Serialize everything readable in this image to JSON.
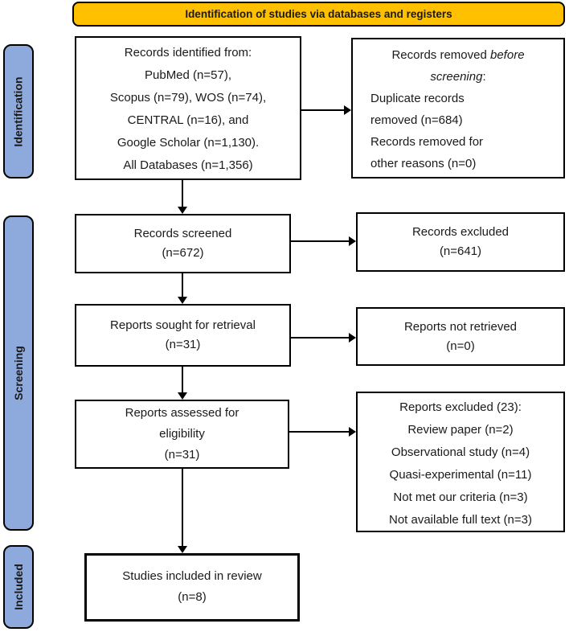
{
  "colors": {
    "header_bg": "#FFC000",
    "stage_bg": "#8EA9DB",
    "line_color": "#000000",
    "box_bg": "#FFFFFF"
  },
  "header": {
    "title": "Identification of studies via databases and registers"
  },
  "stages": {
    "identification": "Identification",
    "screening": "Screening",
    "included": "Included"
  },
  "boxes": {
    "records_identified": {
      "lines": [
        "Records identified from:",
        "PubMed (n=57),",
        "Scopus (n=79), WOS (n=74),",
        "CENTRAL (n=16), and",
        "Google Scholar (n=1,130).",
        "All Databases (n=1,356)"
      ]
    },
    "records_removed": {
      "heading_prefix": "Records removed",
      "heading_italic_1": "before",
      "heading_italic_2": "screening",
      "heading_suffix": ":",
      "items": [
        "Duplicate records",
        "removed (n=684)",
        "Records removed for",
        "other reasons (n=0)"
      ]
    },
    "records_screened": {
      "lines": [
        "Records screened",
        "(n=672)"
      ]
    },
    "records_excluded": {
      "lines": [
        "Records excluded",
        "(n=641)"
      ]
    },
    "reports_sought": {
      "lines": [
        "Reports sought for retrieval",
        "(n=31)"
      ]
    },
    "reports_not_retrieved": {
      "lines": [
        "Reports not retrieved",
        "(n=0)"
      ]
    },
    "reports_assessed": {
      "lines": [
        "Reports assessed for",
        "eligibility",
        "(n=31)"
      ]
    },
    "reports_excluded": {
      "lines": [
        "Reports excluded (23):",
        "Review paper (n=2)",
        "Observational study (n=4)",
        "Quasi-experimental (n=11)",
        "Not met our criteria (n=3)",
        "Not available full text (n=3)"
      ]
    },
    "studies_included": {
      "lines": [
        "Studies included in review",
        "(n=8)"
      ]
    }
  }
}
